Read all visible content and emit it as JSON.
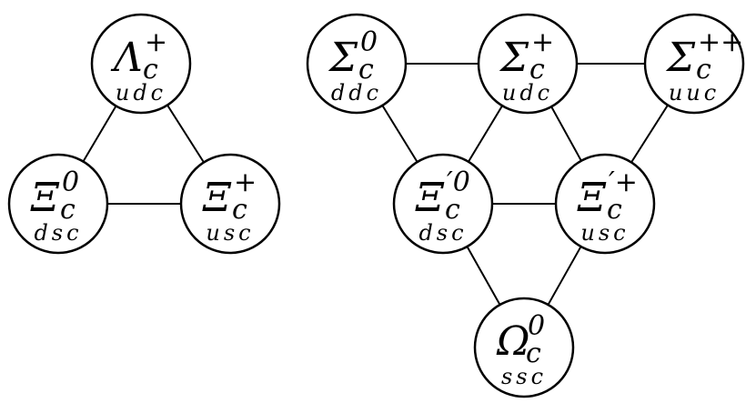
{
  "groups": {
    "antitriplet": {
      "nodes": [
        {
          "id": "lambda_c_plus",
          "symbol": "Λ",
          "subscript": "c",
          "superscript": "+",
          "quarks": "udc"
        },
        {
          "id": "xi_c_0",
          "symbol": "Ξ",
          "subscript": "c",
          "superscript": "0",
          "quarks": "dsc"
        },
        {
          "id": "xi_c_plus",
          "symbol": "Ξ",
          "subscript": "c",
          "superscript": "+",
          "quarks": "usc"
        }
      ],
      "edges": [
        [
          "lambda_c_plus",
          "xi_c_0"
        ],
        [
          "lambda_c_plus",
          "xi_c_plus"
        ],
        [
          "xi_c_0",
          "xi_c_plus"
        ]
      ]
    },
    "sextet": {
      "nodes": [
        {
          "id": "sigma_c_0",
          "symbol": "Σ",
          "subscript": "c",
          "superscript": "0",
          "quarks": "ddc"
        },
        {
          "id": "sigma_c_plus",
          "symbol": "Σ",
          "subscript": "c",
          "superscript": "+",
          "quarks": "udc"
        },
        {
          "id": "sigma_c_plusplus",
          "symbol": "Σ",
          "subscript": "c",
          "superscript": "++",
          "quarks": "uuc"
        },
        {
          "id": "xiprime_c_0",
          "symbol": "Ξ",
          "subscript": "c",
          "superscript": "′0",
          "quarks": "dsc"
        },
        {
          "id": "xiprime_c_plus",
          "symbol": "Ξ",
          "subscript": "c",
          "superscript": "′+",
          "quarks": "usc"
        },
        {
          "id": "omega_c_0",
          "symbol": "Ω",
          "subscript": "c",
          "superscript": "0",
          "quarks": "ssc"
        }
      ],
      "edges": [
        [
          "sigma_c_0",
          "sigma_c_plus"
        ],
        [
          "sigma_c_plus",
          "sigma_c_plusplus"
        ],
        [
          "sigma_c_0",
          "xiprime_c_0"
        ],
        [
          "sigma_c_plus",
          "xiprime_c_0"
        ],
        [
          "sigma_c_plus",
          "xiprime_c_plus"
        ],
        [
          "sigma_c_plusplus",
          "xiprime_c_plus"
        ],
        [
          "xiprime_c_0",
          "xiprime_c_plus"
        ],
        [
          "xiprime_c_0",
          "omega_c_0"
        ],
        [
          "xiprime_c_plus",
          "omega_c_0"
        ]
      ]
    }
  }
}
